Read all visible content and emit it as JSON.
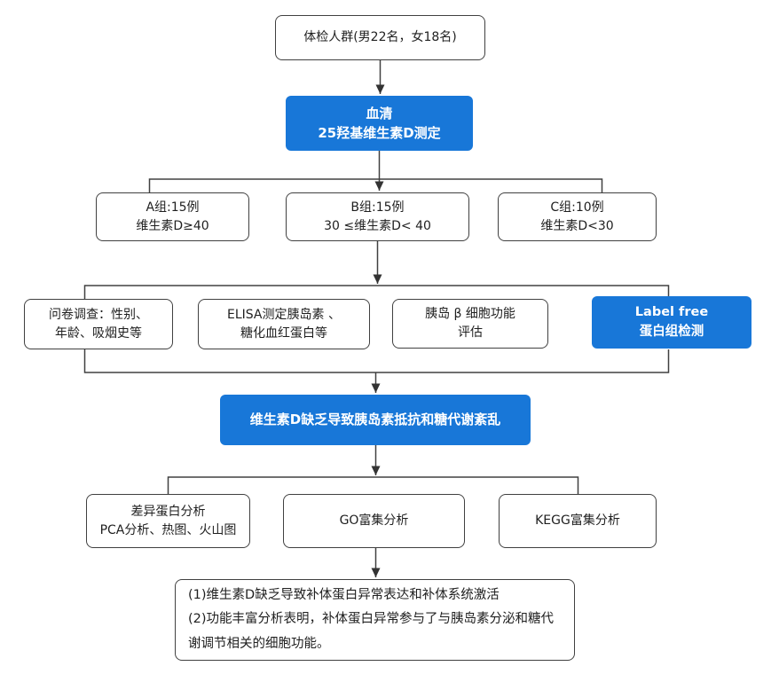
{
  "diagram": {
    "type": "flowchart",
    "colors": {
      "accent_blue": "#1877D8",
      "box_border": "#404040",
      "connector": "#3B3B3B",
      "text": "#1F1F1F",
      "background": "#FFFFFF"
    },
    "nodes": {
      "population": {
        "label": "体检人群(男22名，女18名)"
      },
      "serum_test": {
        "line1": "血清",
        "line2": "25羟基维生素D测定"
      },
      "group_a": {
        "line1": "A组:15例",
        "line2": "维生素D≥40"
      },
      "group_b": {
        "line1": "B组:15例",
        "line2": "30 ≤维生素D< 40"
      },
      "group_c": {
        "line1": "C组:10例",
        "line2": "维生素D<30"
      },
      "questionnaire": {
        "line1": "问卷调查：性别、",
        "line2": "年龄、吸烟史等"
      },
      "elisa": {
        "line1": "ELISA测定胰岛素 、",
        "line2": "糖化血红蛋白等"
      },
      "beta_cell": {
        "line1": "胰岛 β 细胞功能",
        "line2": "评估"
      },
      "label_free": {
        "line1": "Label free",
        "line2": "蛋白组检测"
      },
      "conclusion": {
        "label": "维生素D缺乏导致胰岛素抵抗和糖代谢紊乱"
      },
      "differential_protein": {
        "line1": "差异蛋白分析",
        "line2": "PCA分析、热图、火山图"
      },
      "go_enrichment": {
        "label": "GO富集分析"
      },
      "kegg_enrichment": {
        "label": "KEGG富集分析"
      },
      "findings": {
        "item1": "(1)维生素D缺乏导致补体蛋白异常表达和补体系统激活",
        "item2": "(2)功能丰富分析表明，补体蛋白异常参与了与胰岛素分泌和糖代谢调节相关的细胞功能。"
      }
    }
  }
}
